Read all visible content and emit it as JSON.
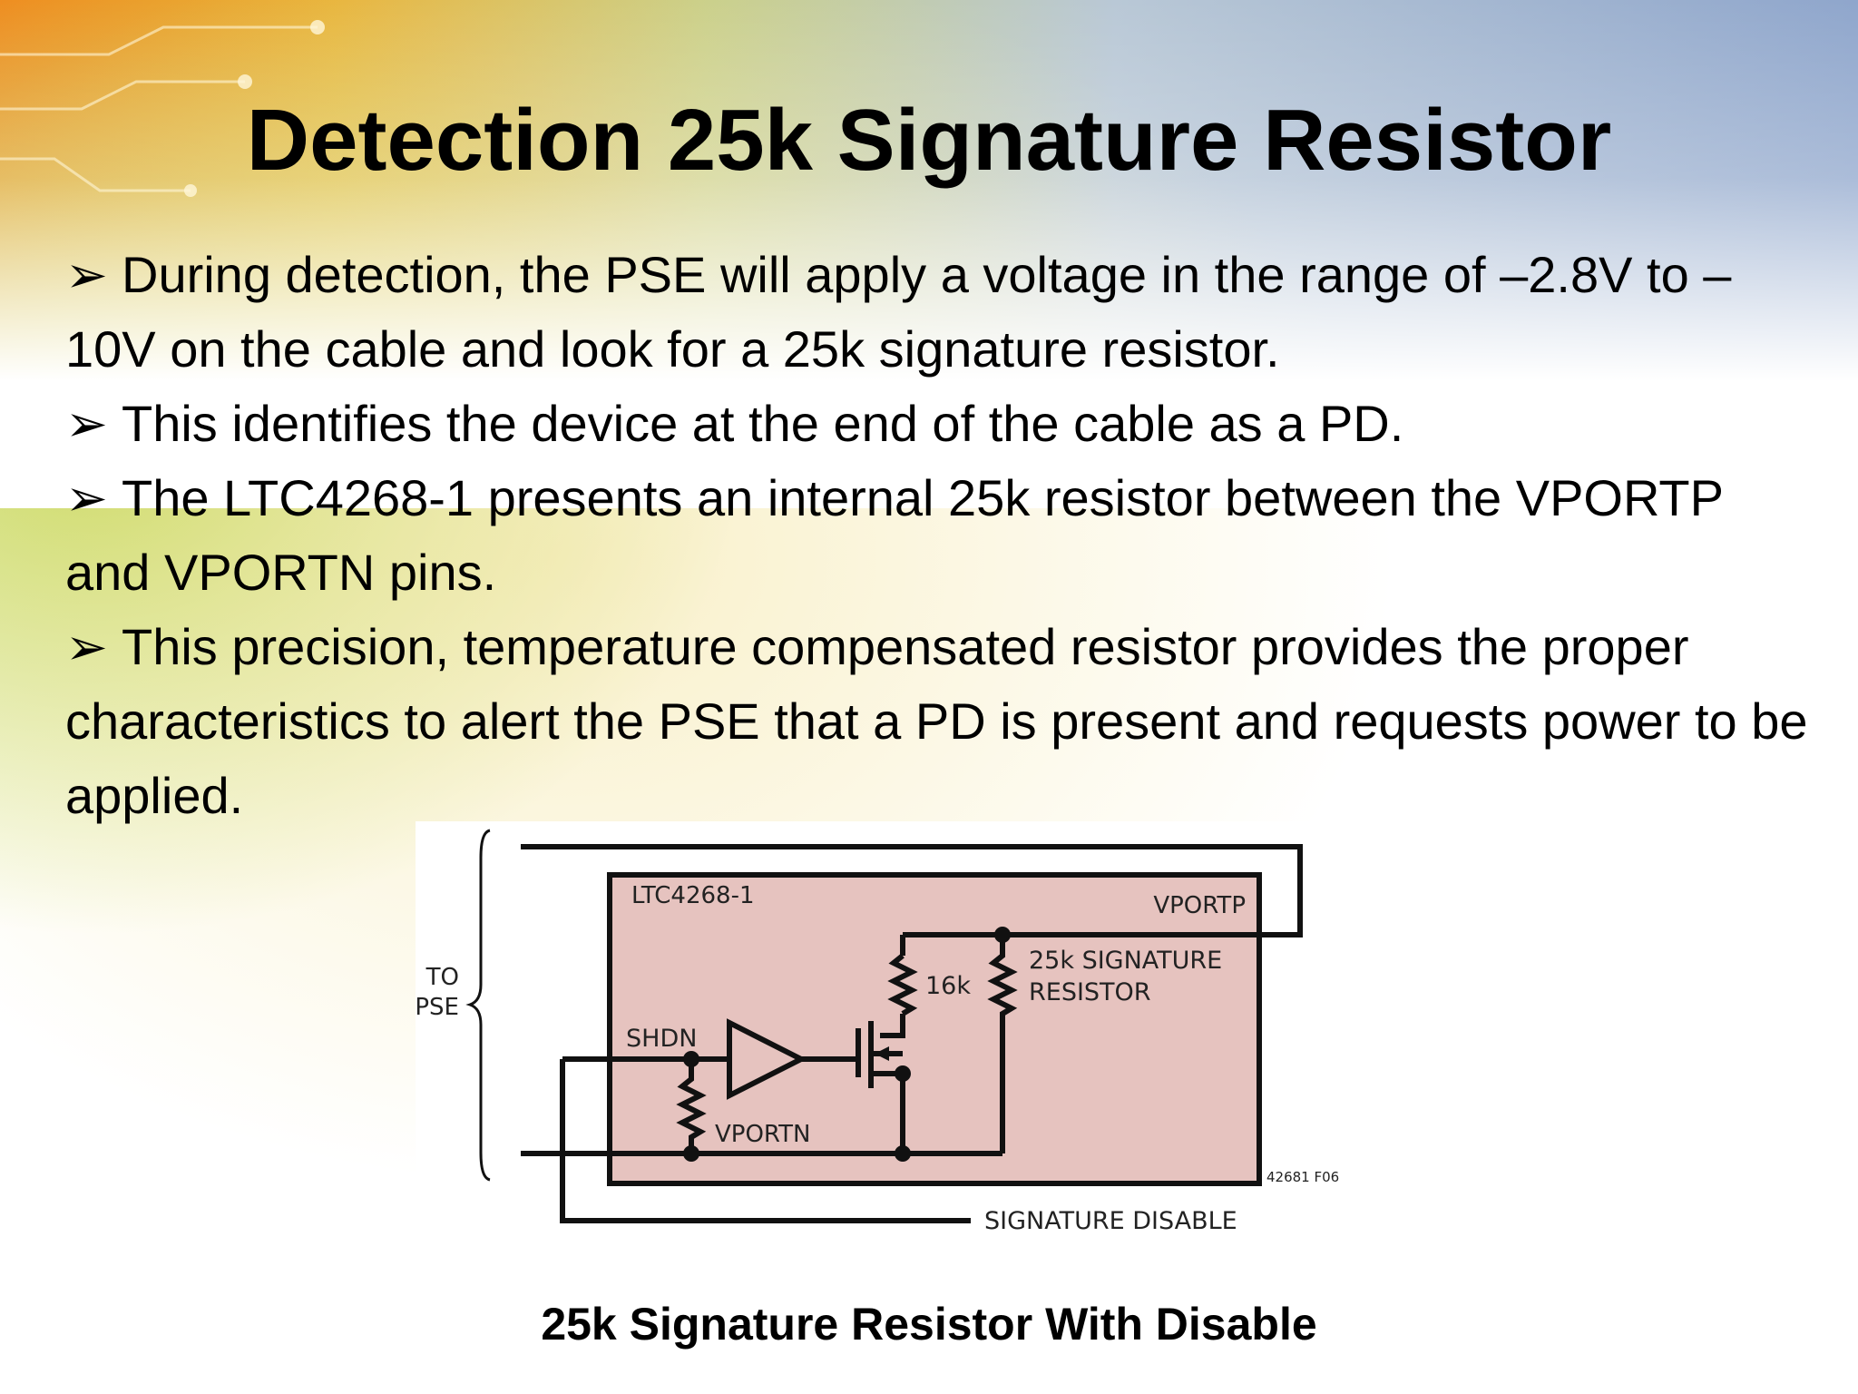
{
  "slide": {
    "title": "Detection 25k Signature Resistor",
    "bullet_glyph": "➢",
    "bullets": [
      "During detection, the PSE will apply a voltage in the range of –2.8V to –10V on the cable and look for a 25k signature resistor.",
      "This identifies the device at the end of the cable as a PD.",
      "The LTC4268-1 presents an internal 25k resistor between the VPORTP and VPORTN pins.",
      "This precision, temperature compensated resistor provides the proper characteristics to alert the PSE that a PD is present and requests power to be applied."
    ],
    "caption": "25k Signature Resistor With Disable"
  },
  "diagram": {
    "chip_label": "LTC4268-1",
    "vportp_label": "VPORTP",
    "vportn_label": "VPORTN",
    "to_pse_line1": "TO",
    "to_pse_line2": "PSE",
    "shdn_label": "SHDN",
    "r16k_label": "16k",
    "sig_res_line1": "25k SIGNATURE",
    "sig_res_line2": "RESISTOR",
    "figure_id": "42681 F06",
    "sig_disable_label": "SIGNATURE DISABLE",
    "chip_fill": "#e6c3bf"
  }
}
